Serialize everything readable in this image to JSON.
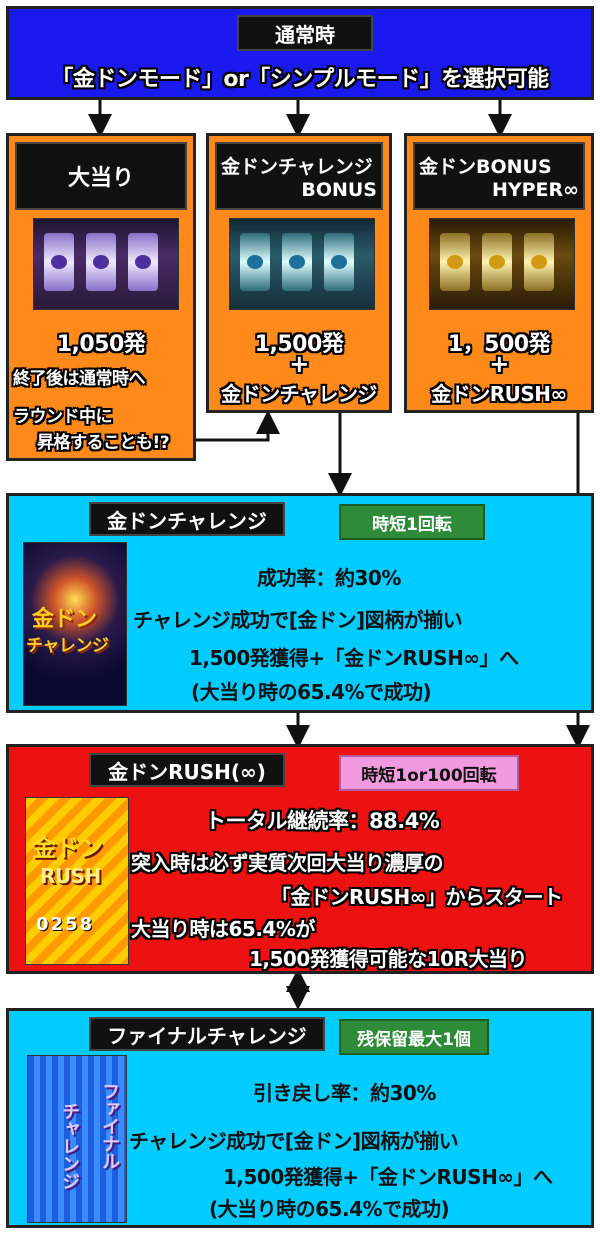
{
  "top": {
    "label": "通常時",
    "text": "「金ドンモード」or「シンプルモード」を選択可能"
  },
  "col1": {
    "label": "大当り",
    "value": "1,050発",
    "note1": "終了後は通常時へ",
    "note2a": "ラウンド中に",
    "note2b": "昇格することも!?"
  },
  "col2": {
    "label1": "金ドンチャレンジ",
    "label2": "BONUS",
    "value": "1,500発",
    "plus": "+",
    "extra": "金ドンチャレンジ"
  },
  "col3": {
    "label1": "金ドンBONUS",
    "label2": "HYPER∞",
    "value": "1，500発",
    "plus": "+",
    "extra": "金ドンRUSH∞"
  },
  "challenge": {
    "label": "金ドンチャレンジ",
    "badge": "時短1回転",
    "image_text1": "金ドン",
    "image_text2": "チャレンジ",
    "line1": "成功率：約30%",
    "line2": "チャレンジ成功で[金ドン]図柄が揃い",
    "line3": "1,500発獲得+「金ドンRUSH∞」へ",
    "line4": "(大当り時の65.4%で成功)"
  },
  "rush": {
    "label": "金ドンRUSH(∞)",
    "badge": "時短1or100回転",
    "image_text1": "金ドン",
    "image_text2": "RUSH",
    "image_counter": "0258",
    "line1": "トータル継続率：88.4%",
    "line2": "突入時は必ず実質次回大当り濃厚の",
    "line3": "「金ドンRUSH∞」からスタート",
    "line4": "大当り時は65.4%が",
    "line5": "1,500発獲得可能な10R大当り"
  },
  "final": {
    "label": "ファイナルチャレンジ",
    "badge": "残保留最大1個",
    "image_text1": "ファイナル",
    "image_text2": "チャレンジ",
    "line1": "引き戻し率：約30%",
    "line2": "チャレンジ成功で[金ドン]図柄が揃い",
    "line3": "1,500発獲得+「金ドンRUSH∞」へ",
    "line4": "(大当り時の65.4%で成功)"
  },
  "colors": {
    "blue": "#1a1aee",
    "orange": "#ff8a1a",
    "cyan": "#00ccff",
    "red": "#ee1111"
  }
}
